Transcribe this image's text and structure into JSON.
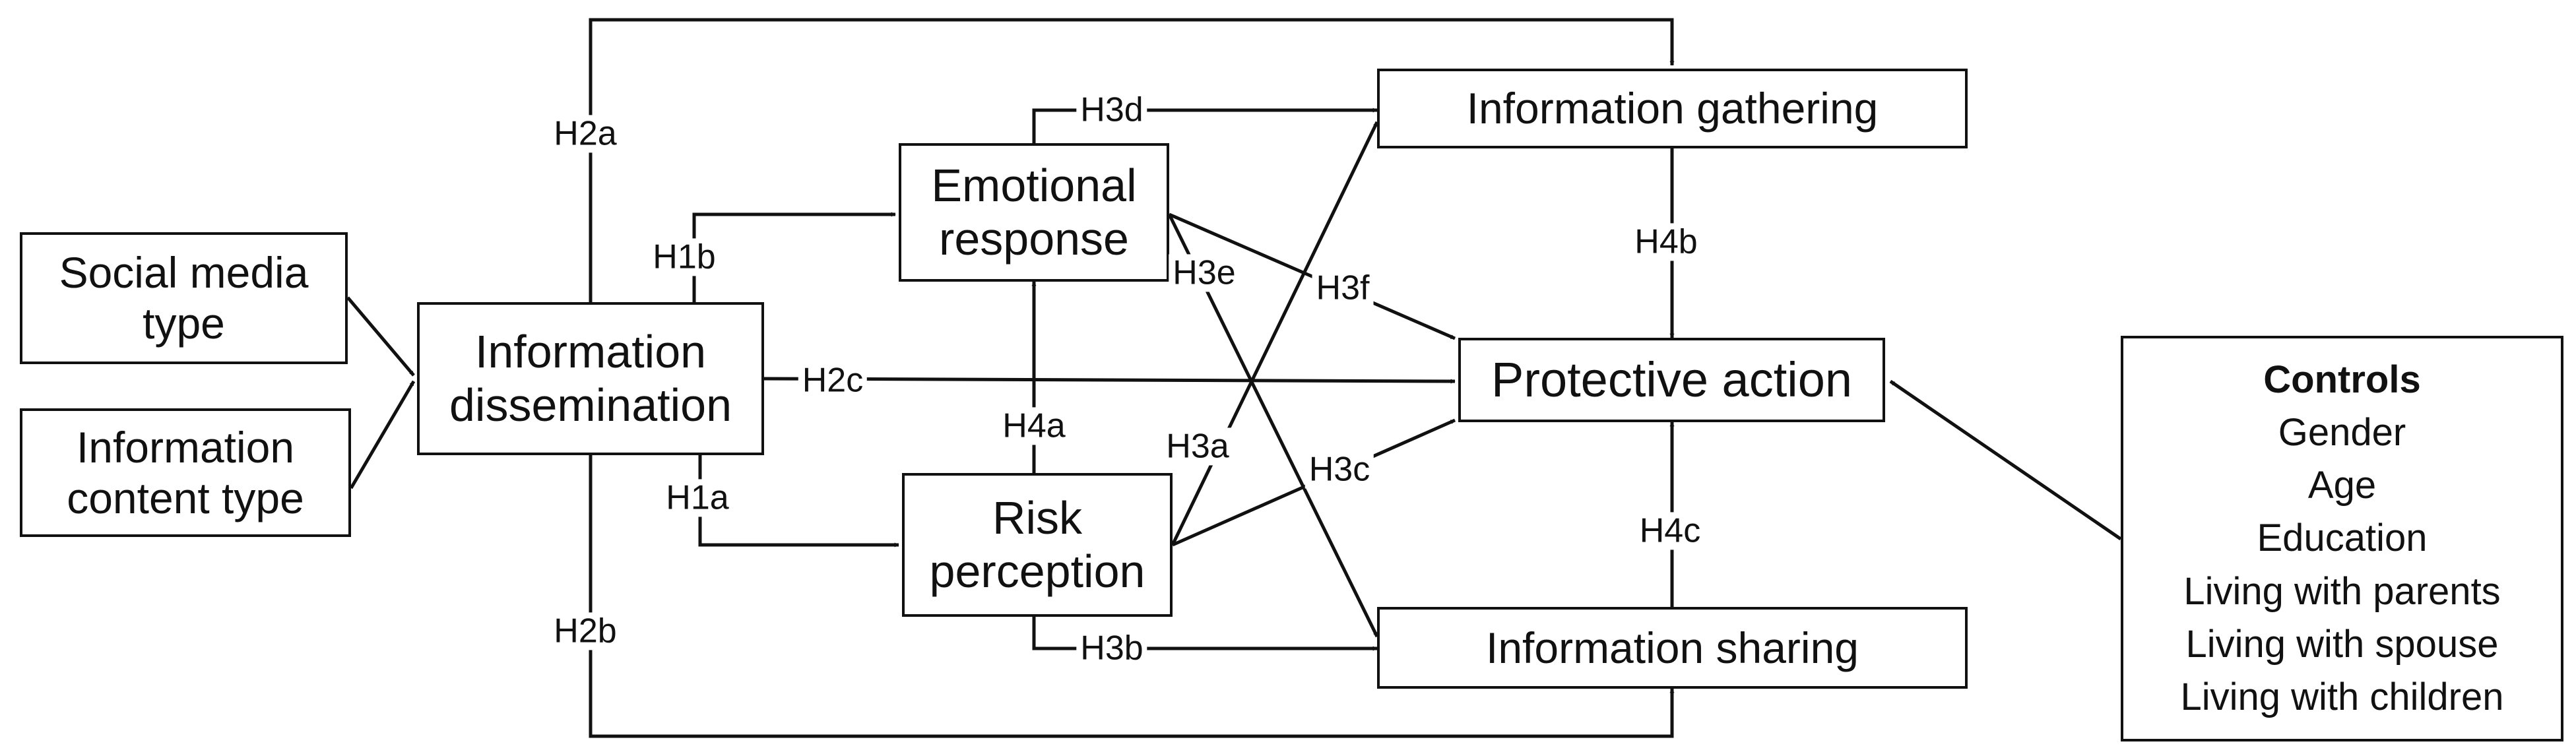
{
  "nodes": {
    "social_media_type": [
      "Social media",
      "type"
    ],
    "information_content_type": [
      "Information",
      "content type"
    ],
    "information_dissemination": [
      "Information",
      "dissemination"
    ],
    "emotional_response": [
      "Emotional",
      "response"
    ],
    "risk_perception": [
      "Risk",
      "perception"
    ],
    "information_gathering": "Information gathering",
    "protective_action": "Protective action",
    "information_sharing": "Information sharing"
  },
  "controls": {
    "title": "Controls",
    "items": [
      "Gender",
      "Age",
      "Education",
      "Living with parents",
      "Living with spouse",
      "Living with children"
    ]
  },
  "hypotheses": {
    "h1a": "H1a",
    "h1b": "H1b",
    "h2a": "H2a",
    "h2b": "H2b",
    "h2c": "H2c",
    "h3a": "H3a",
    "h3b": "H3b",
    "h3c": "H3c",
    "h3d": "H3d",
    "h3e": "H3e",
    "h3f": "H3f",
    "h4a": "H4a",
    "h4b": "H4b",
    "h4c": "H4c"
  },
  "style": {
    "line_color": "#111111",
    "box_border_color": "#111111",
    "background": "#ffffff"
  }
}
